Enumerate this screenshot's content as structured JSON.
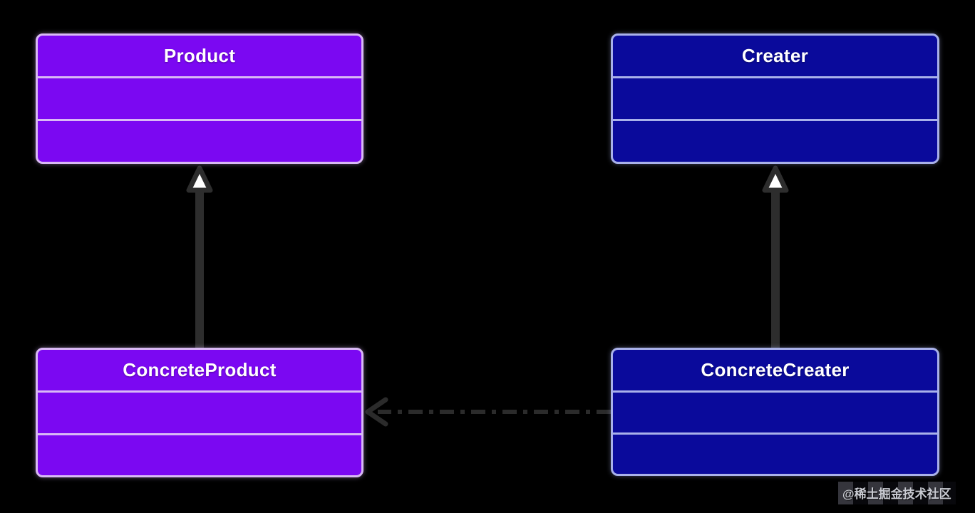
{
  "diagram_type": "uml-class-diagram",
  "classes": [
    {
      "id": "product",
      "name": "Product",
      "theme": "purple",
      "compartments": [
        "",
        ""
      ]
    },
    {
      "id": "creater",
      "name": "Creater",
      "theme": "blue",
      "compartments": [
        "",
        ""
      ]
    },
    {
      "id": "concrete-product",
      "name": "ConcreteProduct",
      "theme": "purple",
      "compartments": [
        "",
        ""
      ]
    },
    {
      "id": "concrete-creater",
      "name": "ConcreteCreater",
      "theme": "blue",
      "compartments": [
        "",
        ""
      ]
    }
  ],
  "relationships": [
    {
      "type": "generalization",
      "from": "ConcreteProduct",
      "to": "Product",
      "line_style": "solid",
      "arrowhead": "hollow-triangle-up"
    },
    {
      "type": "generalization",
      "from": "ConcreteCreater",
      "to": "Creater",
      "line_style": "solid",
      "arrowhead": "hollow-triangle-up"
    },
    {
      "type": "dependency",
      "from": "ConcreteCreater",
      "to": "ConcreteProduct",
      "line_style": "dashed",
      "arrowhead": "open-arrow-left"
    }
  ],
  "colors": {
    "background": "#000000",
    "purple_fill": "#7b08f2",
    "purple_border": "#d9b9f5",
    "blue_fill": "#0a0a9b",
    "blue_border": "#a9b1ea",
    "arrow": "#2d2d2d",
    "arrowhead_fill": "#ffffff",
    "title_text": "#ffffff",
    "watermark_text_color": "#c9cbd2"
  },
  "watermark": {
    "text": "@稀土掘金技术社区"
  }
}
